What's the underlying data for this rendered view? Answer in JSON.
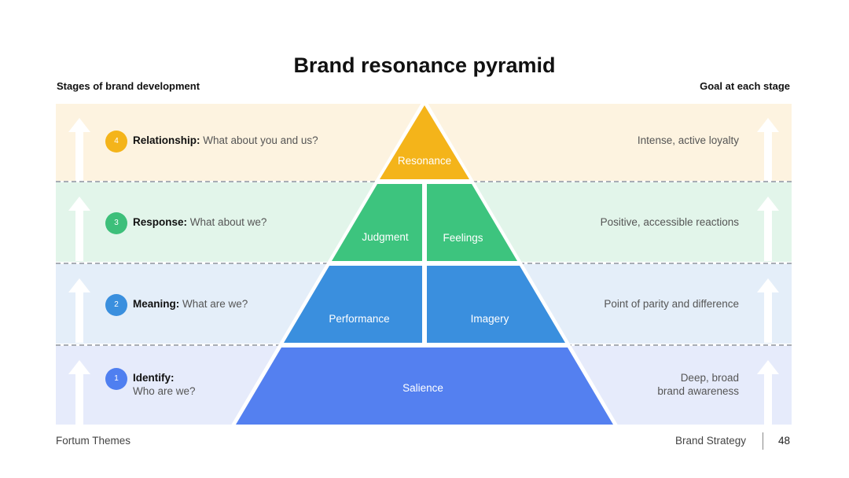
{
  "title": "Brand resonance pyramid",
  "left_heading": "Stages of brand development",
  "right_heading": "Goal at each stage",
  "stages": [
    {
      "number": "1",
      "name": "Identify:",
      "question": "Who are we?",
      "goal_line1": "Deep, broad",
      "goal_line2": "brand awareness",
      "color": "#4f7ff0"
    },
    {
      "number": "2",
      "name": "Meaning:",
      "question": "What are we?",
      "goal": "Point of parity and difference",
      "color": "#3a8fde"
    },
    {
      "number": "3",
      "name": "Response:",
      "question": "What about we?",
      "goal": "Positive, accessible reactions",
      "color": "#3dbf7a"
    },
    {
      "number": "4",
      "name": "Relationship:",
      "question": "What about you and us?",
      "goal": "Intense, active loyalty",
      "color": "#f4b41a"
    }
  ],
  "pyramid": {
    "resonance": "Resonance",
    "judgment": "Judgment",
    "feelings": "Feelings",
    "performance": "Performance",
    "imagery": "Imagery",
    "salience": "Salience",
    "colors": {
      "top": "#f4b41a",
      "upper": "#3dc47e",
      "middle": "#3a8fde",
      "base": "#5480f0"
    }
  },
  "footer": {
    "brand": "Fortum Themes",
    "section": "Brand Strategy",
    "page": "48"
  }
}
